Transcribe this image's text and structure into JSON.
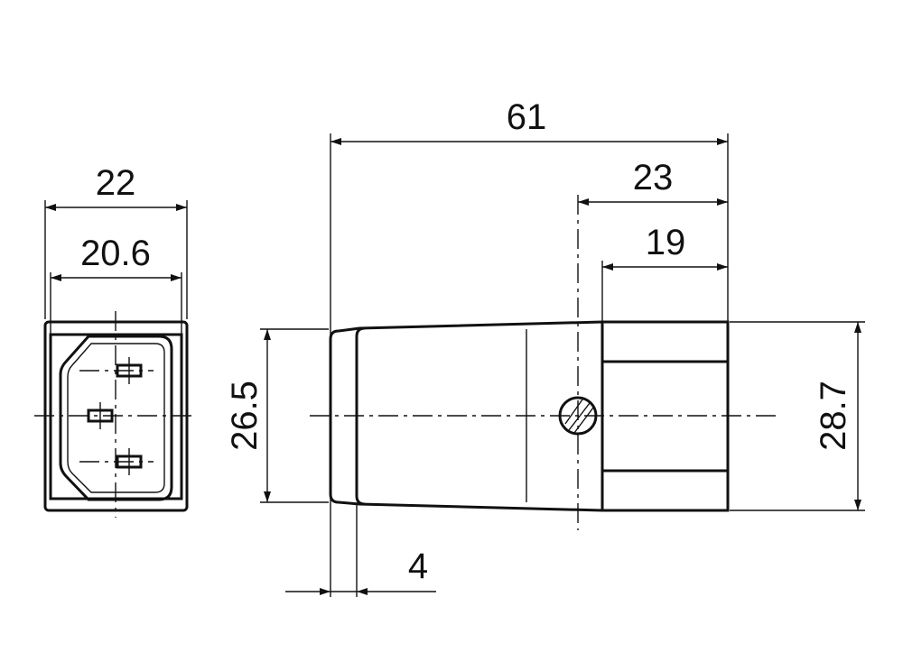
{
  "drawing": {
    "dimensions": {
      "front_width_outer": "22",
      "front_width_inner": "20.6",
      "side_length_total": "61",
      "side_length_23": "23",
      "side_length_19": "19",
      "side_height_left": "26.5",
      "side_height_right": "28.7",
      "side_step": "4"
    }
  }
}
